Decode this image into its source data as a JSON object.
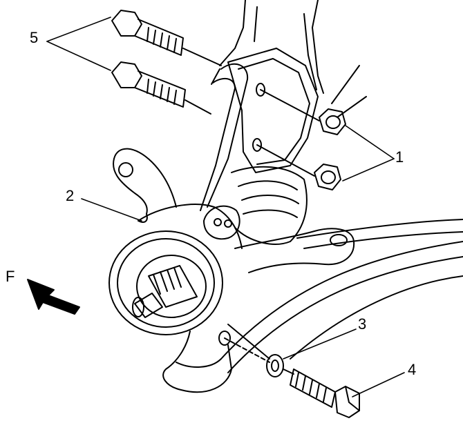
{
  "callouts": {
    "c1": "1",
    "c2": "2",
    "c3": "3",
    "c4": "4",
    "c5": "5",
    "direction": "F"
  },
  "parts": [
    {
      "id": "nut",
      "callout": "1"
    },
    {
      "id": "steering-knuckle",
      "callout": "2"
    },
    {
      "id": "washer",
      "callout": "3"
    },
    {
      "id": "bolt",
      "callout": "4"
    },
    {
      "id": "strut-bolt",
      "callout": "5"
    }
  ]
}
